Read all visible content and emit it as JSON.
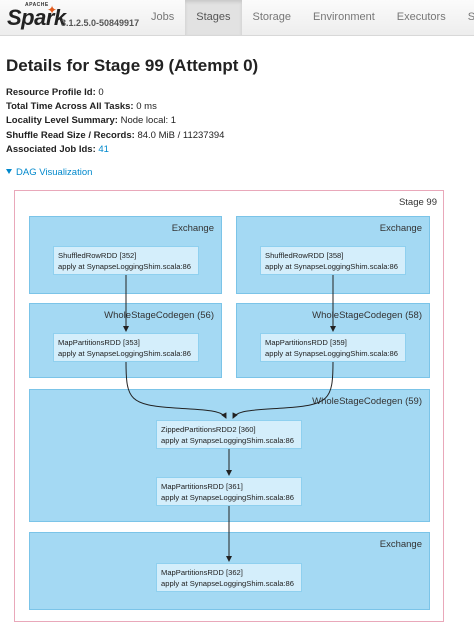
{
  "brand": {
    "apache": "APACHE",
    "name": "Spark",
    "version": "3.1.2.5.0-50849917"
  },
  "nav": {
    "tabs": [
      "Jobs",
      "Stages",
      "Storage",
      "Environment",
      "Executors",
      "SQL"
    ],
    "active": "Stages"
  },
  "page": {
    "title": "Details for Stage 99 (Attempt 0)"
  },
  "summary": {
    "resource_profile_label": "Resource Profile Id:",
    "resource_profile_value": "0",
    "total_time_label": "Total Time Across All Tasks:",
    "total_time_value": "0 ms",
    "locality_label": "Locality Level Summary:",
    "locality_value": "Node local: 1",
    "shuffle_label": "Shuffle Read Size / Records:",
    "shuffle_value": "84.0 MiB / 11237394",
    "job_ids_label": "Associated Job Ids:",
    "job_ids_value": "41"
  },
  "dag": {
    "toggle_label": "DAG Visualization",
    "stage_label": "Stage 99",
    "clusters": [
      "Exchange",
      "Exchange",
      "WholeStageCodegen (56)",
      "WholeStageCodegen (58)",
      "WholeStageCodegen (59)",
      "Exchange"
    ],
    "nodes": [
      {
        "name": "ShuffledRowRDD [352]",
        "callsite": "apply at SynapseLoggingShim.scala:86"
      },
      {
        "name": "ShuffledRowRDD [358]",
        "callsite": "apply at SynapseLoggingShim.scala:86"
      },
      {
        "name": "MapPartitionsRDD [353]",
        "callsite": "apply at SynapseLoggingShim.scala:86"
      },
      {
        "name": "MapPartitionsRDD [359]",
        "callsite": "apply at SynapseLoggingShim.scala:86"
      },
      {
        "name": "ZippedPartitionsRDD2 [360]",
        "callsite": "apply at SynapseLoggingShim.scala:86"
      },
      {
        "name": "MapPartitionsRDD [361]",
        "callsite": "apply at SynapseLoggingShim.scala:86"
      },
      {
        "name": "MapPartitionsRDD [362]",
        "callsite": "apply at SynapseLoggingShim.scala:86"
      }
    ]
  },
  "colors": {
    "accent": "#0088cc",
    "cluster": "#a4d9f3",
    "node": "#d4eefb",
    "stage_border": "#e9a8ba",
    "spark_star": "#e25a1c"
  }
}
